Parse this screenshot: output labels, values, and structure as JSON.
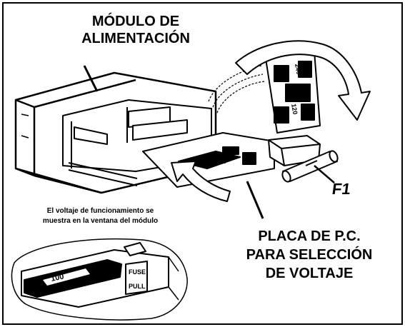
{
  "title": {
    "line1": "MÓDULO DE",
    "line2": "ALIMENTACIÓN"
  },
  "placa": {
    "line1": "PLACA DE P.C.",
    "line2": "PARA SELECCIÓN",
    "line3": "DE VOLTAJE"
  },
  "fuse_label": "F1",
  "caption": {
    "line1": "El voltaje de funcionamiento se",
    "line2": "muestra en la ventana del módulo"
  },
  "window_detail": {
    "voltage": "100",
    "fuse_text_1": "FUSE",
    "fuse_text_2": "PULL"
  },
  "card_marks": {
    "top_value": "240",
    "mid_value": "120"
  }
}
